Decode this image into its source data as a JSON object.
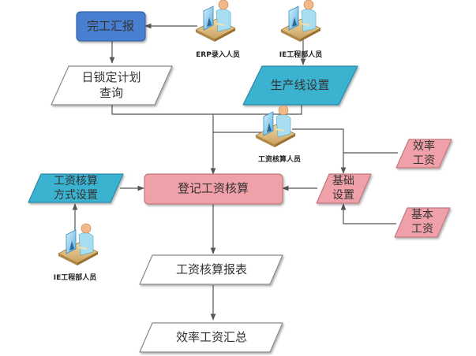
{
  "colors": {
    "blue_process": "#4a7fd0",
    "cyan_input": "#3ab3d0",
    "pink_process": "#f0a0a8",
    "white_output": "#ffffff",
    "edge": "#555555"
  },
  "nodes": {
    "completion_report": {
      "label": "完工汇报",
      "shape": "rounded-rect",
      "color": "blue"
    },
    "daily_lock_plan_query": {
      "lines": [
        "日锁定计划",
        "查询"
      ],
      "shape": "parallelogram",
      "color": "white"
    },
    "production_line_setup": {
      "label": "生产线设置",
      "shape": "parallelogram",
      "color": "cyan"
    },
    "wage_calc_method_setup": {
      "lines": [
        "工资核算",
        "方式设置"
      ],
      "shape": "parallelogram",
      "color": "cyan"
    },
    "register_wage_calc": {
      "label": "登记工资核算",
      "shape": "rounded-rect",
      "color": "pink"
    },
    "basic_setup": {
      "lines": [
        "基础",
        "设置"
      ],
      "shape": "parallelogram",
      "color": "pink"
    },
    "efficiency_wage": {
      "lines": [
        "效率",
        "工资"
      ],
      "shape": "parallelogram",
      "color": "pink"
    },
    "basic_wage": {
      "lines": [
        "基本",
        "工资"
      ],
      "shape": "parallelogram",
      "color": "pink"
    },
    "wage_calc_report": {
      "label": "工资核算报表",
      "shape": "parallelogram",
      "color": "white"
    },
    "efficiency_wage_summary": {
      "label": "效率工资汇总",
      "shape": "parallelogram",
      "color": "white"
    }
  },
  "actors": {
    "erp_entry_staff": {
      "label": "ERP录入人员",
      "icon": "person-at-computer-icon"
    },
    "ie_dept_staff_top": {
      "label": "IE工程部人员",
      "icon": "person-at-computer-icon"
    },
    "wage_calc_staff": {
      "label": "工资核算人员",
      "icon": "person-at-computer-icon"
    },
    "ie_dept_staff_bottom": {
      "label": "IE工程部人员",
      "icon": "person-at-computer-icon"
    }
  },
  "edges": [
    {
      "from": "erp_entry_staff",
      "to": "completion_report"
    },
    {
      "from": "completion_report",
      "to": "daily_lock_plan_query"
    },
    {
      "from": "ie_dept_staff_top",
      "to": "production_line_setup"
    },
    {
      "from": "daily_lock_plan_query",
      "to": "register_wage_calc"
    },
    {
      "from": "production_line_setup",
      "to": "register_wage_calc"
    },
    {
      "from": "wage_calc_staff",
      "to": "register_wage_calc"
    },
    {
      "from": "wage_calc_staff",
      "to": "basic_setup"
    },
    {
      "from": "efficiency_wage",
      "to": "basic_setup"
    },
    {
      "from": "basic_wage",
      "to": "basic_setup"
    },
    {
      "from": "basic_setup",
      "to": "register_wage_calc"
    },
    {
      "from": "wage_calc_method_setup",
      "to": "register_wage_calc"
    },
    {
      "from": "ie_dept_staff_bottom",
      "to": "wage_calc_method_setup"
    },
    {
      "from": "register_wage_calc",
      "to": "wage_calc_report"
    },
    {
      "from": "wage_calc_report",
      "to": "efficiency_wage_summary"
    }
  ]
}
